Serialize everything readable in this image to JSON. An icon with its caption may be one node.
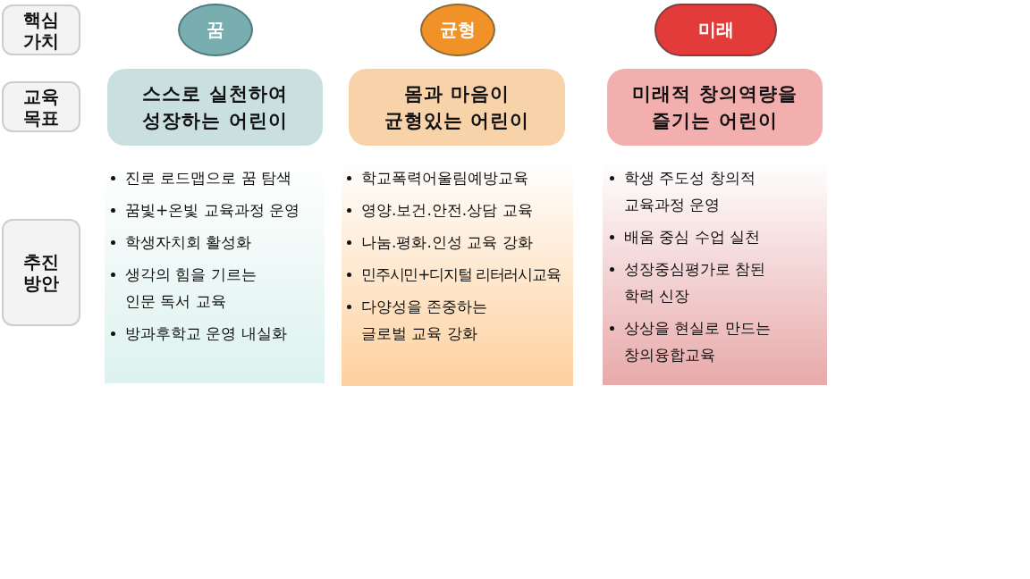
{
  "diagram": {
    "nodes": [
      {
        "text": [
          "핵심 가치"
        ]
      },
      {
        "text": [
          "꿈"
        ]
      },
      {
        "text": [
          "균형"
        ]
      },
      {
        "text": [
          "미래"
        ]
      },
      {
        "text": [
          "교육 목표"
        ]
      },
      {
        "text": [
          "스스로 실천하여 성장하는 어린이"
        ]
      },
      {
        "text": [
          "몸과 마음이 균형있는 어린이"
        ]
      },
      {
        "text": [
          "미래적 창의역량을 즐기는 어린이"
        ]
      },
      {
        "text": [
          "추진 방안"
        ]
      },
      {
        "text": [
          "진로 로드맵으로 꿈 탐색",
          "꿈빛+온빛 교육과정 운영",
          "학생자치회 활성화",
          "생각의 힘을 기르는 인문 독서 교육",
          "방과후학교 운영 내실화"
        ]
      },
      {
        "text": [
          "학교폭력어울림예방교육",
          "영양.보건.안전.상담 교육",
          "나눔.평화.인성 교육 강화",
          "민주시민+디지털 리터러시교육",
          "다양성을 존중하는 글로벌 교육 강화"
        ]
      },
      {
        "text": [
          "학생 주도성 창의적 교육과정 운영",
          "배움 중심 수업 실천",
          "성장중심평가로 참된 학력 신장",
          "상상을 현실로 만드는 창의융합교육"
        ]
      }
    ]
  }
}
